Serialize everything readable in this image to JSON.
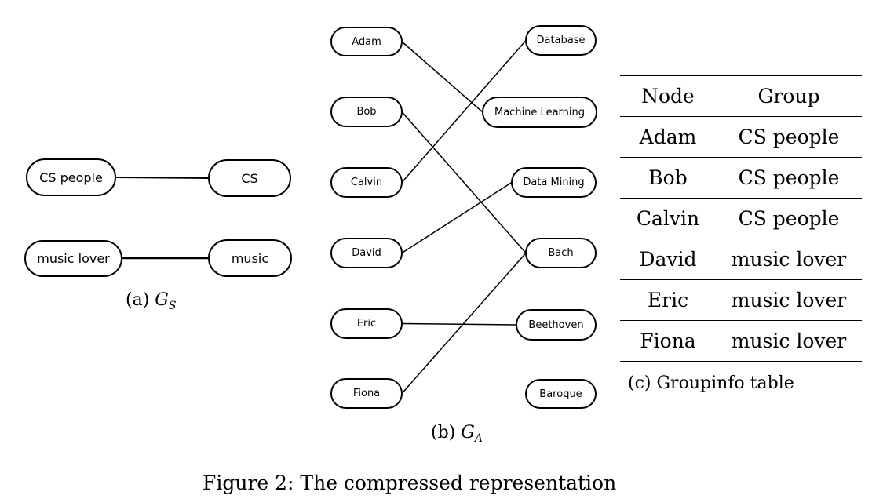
{
  "gs": {
    "nodes": {
      "cs_people": "CS people",
      "cs": "CS",
      "music_lover": "music lover",
      "music": "music"
    },
    "caption_prefix": "(a)",
    "caption_var": "G",
    "caption_sub": "S"
  },
  "ga": {
    "people": [
      "Adam",
      "Bob",
      "Calvin",
      "David",
      "Eric",
      "Fiona"
    ],
    "topics": [
      "Database",
      "Machine Learning",
      "Data Mining",
      "Bach",
      "Beethoven",
      "Baroque"
    ],
    "edges": [
      [
        "Adam",
        "Machine Learning"
      ],
      [
        "Bob",
        "Bach"
      ],
      [
        "Calvin",
        "Database"
      ],
      [
        "David",
        "Data Mining"
      ],
      [
        "Eric",
        "Beethoven"
      ],
      [
        "Fiona",
        "Bach"
      ]
    ],
    "caption_prefix": "(b)",
    "caption_var": "G",
    "caption_sub": "A"
  },
  "groupinfo": {
    "headers": [
      "Node",
      "Group"
    ],
    "rows": [
      [
        "Adam",
        "CS people"
      ],
      [
        "Bob",
        "CS people"
      ],
      [
        "Calvin",
        "CS people"
      ],
      [
        "David",
        "music lover"
      ],
      [
        "Eric",
        "music lover"
      ],
      [
        "Fiona",
        "music lover"
      ]
    ],
    "caption": "(c) Groupinfo table"
  },
  "figure_caption": "Figure 2: The compressed representation"
}
